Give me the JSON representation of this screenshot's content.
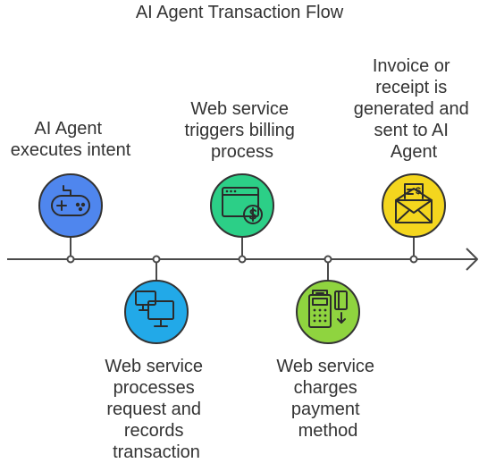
{
  "title": "AI Agent Transaction Flow",
  "steps": [
    {
      "label": [
        "AI Agent",
        "executes intent"
      ],
      "icon": "gamepad-icon",
      "color": "#4f86ee"
    },
    {
      "label": [
        "Web service",
        "processes",
        "request and",
        "records",
        "transaction"
      ],
      "icon": "computer-monitors-icon",
      "color": "#22a9e8"
    },
    {
      "label": [
        "Web service",
        "triggers billing",
        "process"
      ],
      "icon": "web-billing-icon",
      "color": "#2ccf87"
    },
    {
      "label": [
        "Web service",
        "charges",
        "payment",
        "method"
      ],
      "icon": "payment-terminal-icon",
      "color": "#8fd43f"
    },
    {
      "label": [
        "Invoice or",
        "receipt is",
        "generated and",
        "sent to AI",
        "Agent"
      ],
      "icon": "invoice-envelope-icon",
      "color": "#f4d61e"
    }
  ]
}
